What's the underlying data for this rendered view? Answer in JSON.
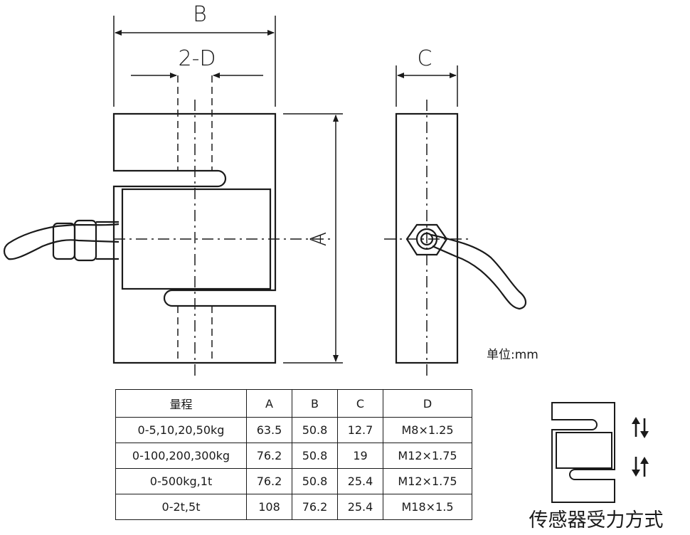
{
  "labels": {
    "b": "B",
    "d": "2-D",
    "c": "C",
    "a": "A",
    "unit": "单位:mm",
    "force_caption": "传感器受力方式"
  },
  "table": {
    "headers": [
      "量程",
      "A",
      "B",
      "C",
      "D"
    ],
    "rows": [
      [
        "0-5,10,20,50kg",
        "63.5",
        "50.8",
        "12.7",
        "M8×1.25"
      ],
      [
        "0-100,200,300kg",
        "76.2",
        "50.8",
        "19",
        "M12×1.75"
      ],
      [
        "0-500kg,1t",
        "76.2",
        "50.8",
        "25.4",
        "M12×1.75"
      ],
      [
        "0-2t,5t",
        "108",
        "76.2",
        "25.4",
        "M18×1.5"
      ]
    ]
  },
  "icons": {
    "arrows_top": "up-down-arrows-icon",
    "arrows_bottom": "down-up-arrows-icon"
  }
}
